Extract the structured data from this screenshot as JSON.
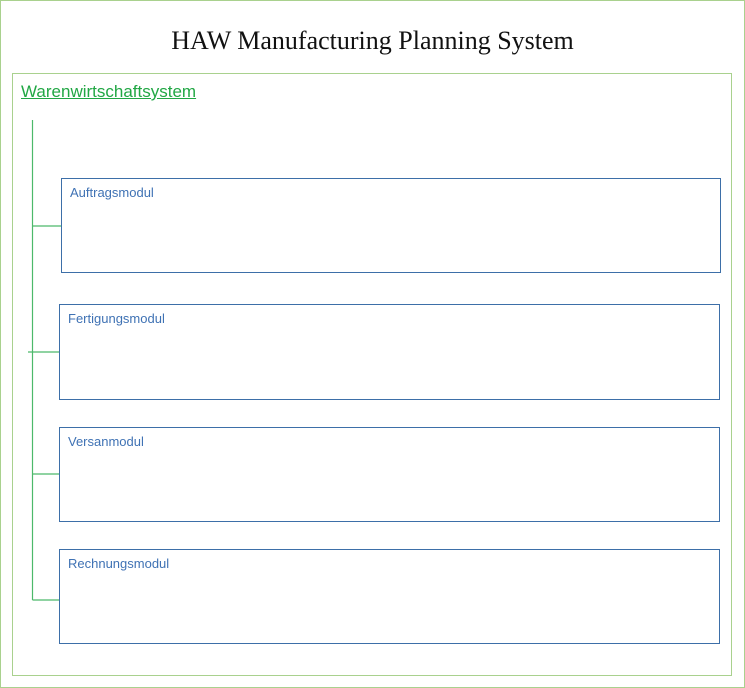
{
  "title": "HAW Manufacturing Planning System",
  "system": {
    "label": "Warenwirtschaftsystem"
  },
  "modules": [
    {
      "label": "Auftragsmodul"
    },
    {
      "label": "Fertigungsmodul"
    },
    {
      "label": "Versanmodul"
    },
    {
      "label": "Rechnungsmodul"
    }
  ],
  "colors": {
    "frame": "#a9d18e",
    "connector": "#4cb96a",
    "link": "#21a744",
    "module_border": "#3d6fa8",
    "module_text": "#3f72b4"
  }
}
